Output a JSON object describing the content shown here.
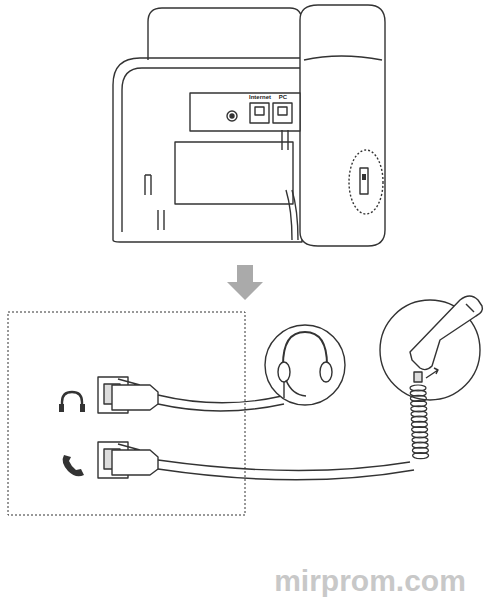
{
  "diagram": {
    "labels": [
      "Internet",
      "PC",
      "mirprom.com"
    ]
  }
}
